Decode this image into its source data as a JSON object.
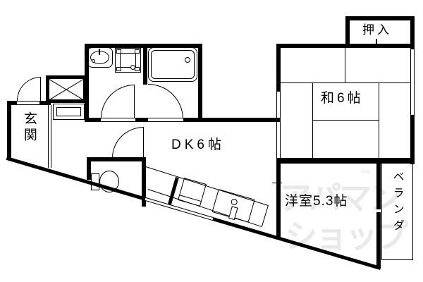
{
  "page": {
    "type": "apartment-floorplan",
    "background": "#ffffff",
    "line_color": "#000000"
  },
  "rooms": {
    "genkan": "玄関",
    "dk": "DK6帖",
    "washitsu": "和6帖",
    "oshiire": "押入",
    "youshitsu": "洋室5.3帖",
    "veranda": "ベランダ"
  },
  "watermark": {
    "line1": "アパマン",
    "line2": "ショップ",
    "tm": "™",
    "color": "#e9e9e9"
  }
}
